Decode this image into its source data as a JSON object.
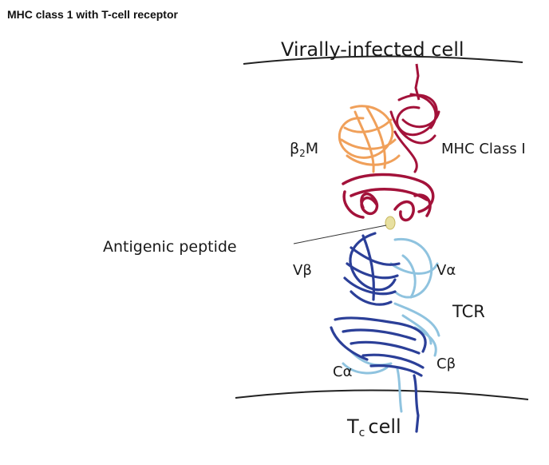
{
  "title": "MHC class 1 with T-cell receptor",
  "labels": {
    "top_membrane": "Virally-infected cell",
    "b2m_main": "β",
    "b2m_sub": "2",
    "b2m_tail": "M",
    "mhc": "MHC Class I",
    "antigen": "Antigenic peptide",
    "vbeta": "Vβ",
    "valpha": "Vα",
    "tcr": "TCR",
    "calpha": "Cα",
    "cbeta": "Cβ",
    "tc_main": "T",
    "tc_sub": "c",
    "tc_tail": "cell"
  },
  "colors": {
    "mhc": "#a3123a",
    "b2m": "#f0a05a",
    "tcr_beta": "#2b3f98",
    "tcr_alpha": "#8fc3df",
    "peptide": "#e8e0a0"
  }
}
